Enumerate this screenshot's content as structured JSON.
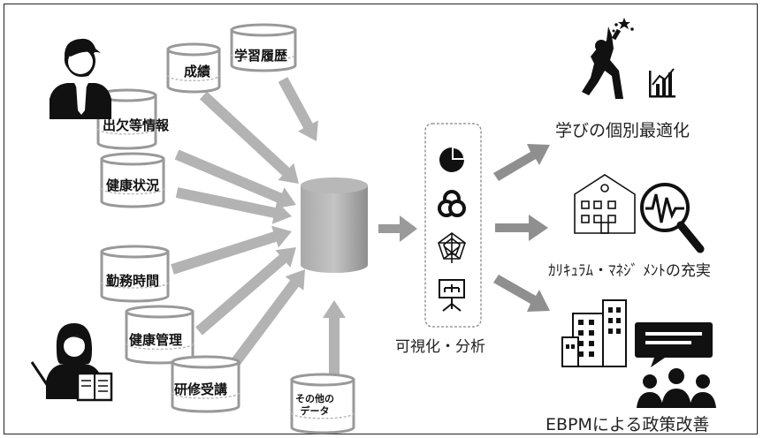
{
  "inputs": [
    {
      "key": "attendance",
      "label": "出欠等情報"
    },
    {
      "key": "grades",
      "label": "成績"
    },
    {
      "key": "history",
      "label": "学習履歴"
    },
    {
      "key": "health",
      "label": "健康状況"
    },
    {
      "key": "worktime",
      "label": "勤務時間"
    },
    {
      "key": "healthmgmt",
      "label": "健康管理"
    },
    {
      "key": "training",
      "label": "研修受講"
    },
    {
      "key": "other",
      "label": "その他の\nデータ"
    }
  ],
  "center": {
    "label": "可視化・分析"
  },
  "outputs": [
    {
      "key": "learning",
      "label": "学びの個別最適化"
    },
    {
      "key": "curriculum",
      "label": "ｶﾘｷｭﾗﾑ・ﾏﾈｼﾞ ﾒﾝﾄの充実"
    },
    {
      "key": "ebpm",
      "label": "EBPMによる政策改善"
    }
  ],
  "colors": {
    "arrow": "#b3b3b3",
    "cylinder": "#9d9d9d",
    "icon": "#111111",
    "border": "#222222"
  },
  "icons": [
    "student-icon",
    "teacher-icon",
    "pie-chart-icon",
    "venn-icon",
    "radar-icon",
    "presentation-icon",
    "success-person-icon",
    "bar-growth-icon",
    "school-icon",
    "magnifier-icon",
    "buildings-icon",
    "audience-icon"
  ]
}
